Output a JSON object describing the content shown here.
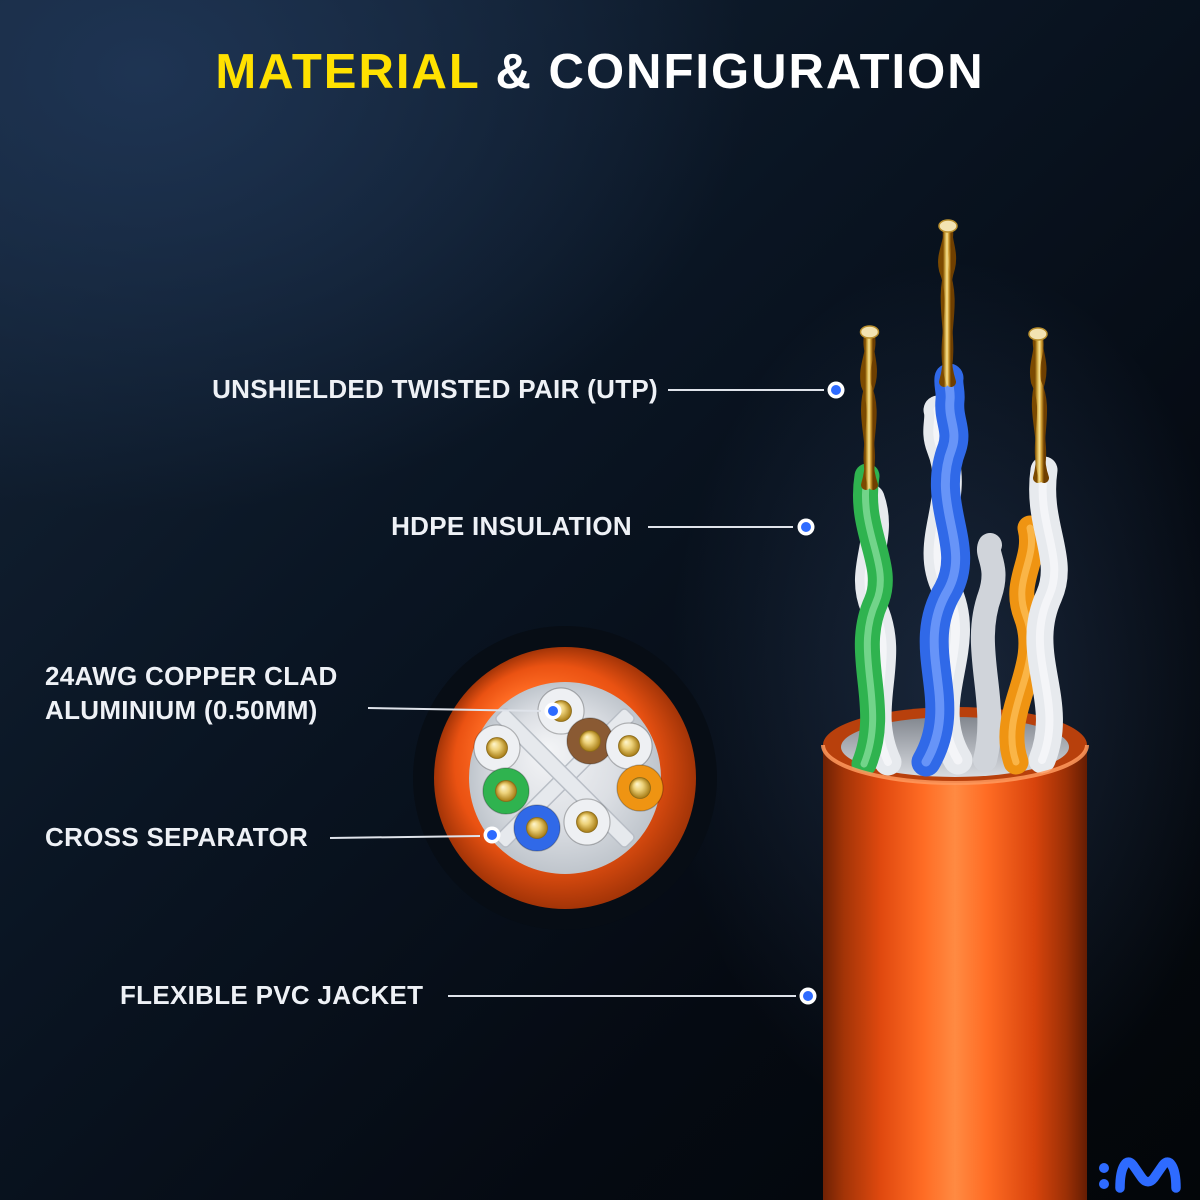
{
  "title": {
    "highlight": "MATERIAL",
    "rest": " & CONFIGURATION"
  },
  "callouts": {
    "utp": {
      "label": "UNSHIELDED TWISTED PAIR (UTP)"
    },
    "hdpe": {
      "label": "HDPE INSULATION"
    },
    "awg": {
      "label_line1": "24AWG COPPER CLAD",
      "label_line2": "ALUMINIUM (0.50MM)"
    },
    "cross": {
      "label": "CROSS SEPARATOR"
    },
    "pvc": {
      "label": "FLEXIBLE PVC JACKET"
    }
  },
  "colors": {
    "title_highlight": "#FFE100",
    "title_rest": "#FFFFFF",
    "callout_dot": "#2E6BFF",
    "callout_line": "#DFE3EA",
    "jacket_orange": "#FF6C24",
    "wire_green": "#2FB34F",
    "wire_blue": "#3069E8",
    "wire_orange": "#EF9412",
    "wire_brown": "#8A5A33",
    "wire_white": "#E7EAEE",
    "copper_gold": "#D9A43B",
    "background_top": "#152538",
    "background_bottom": "#030609"
  },
  "logo": {
    "icon": "brand-wave-logo"
  }
}
